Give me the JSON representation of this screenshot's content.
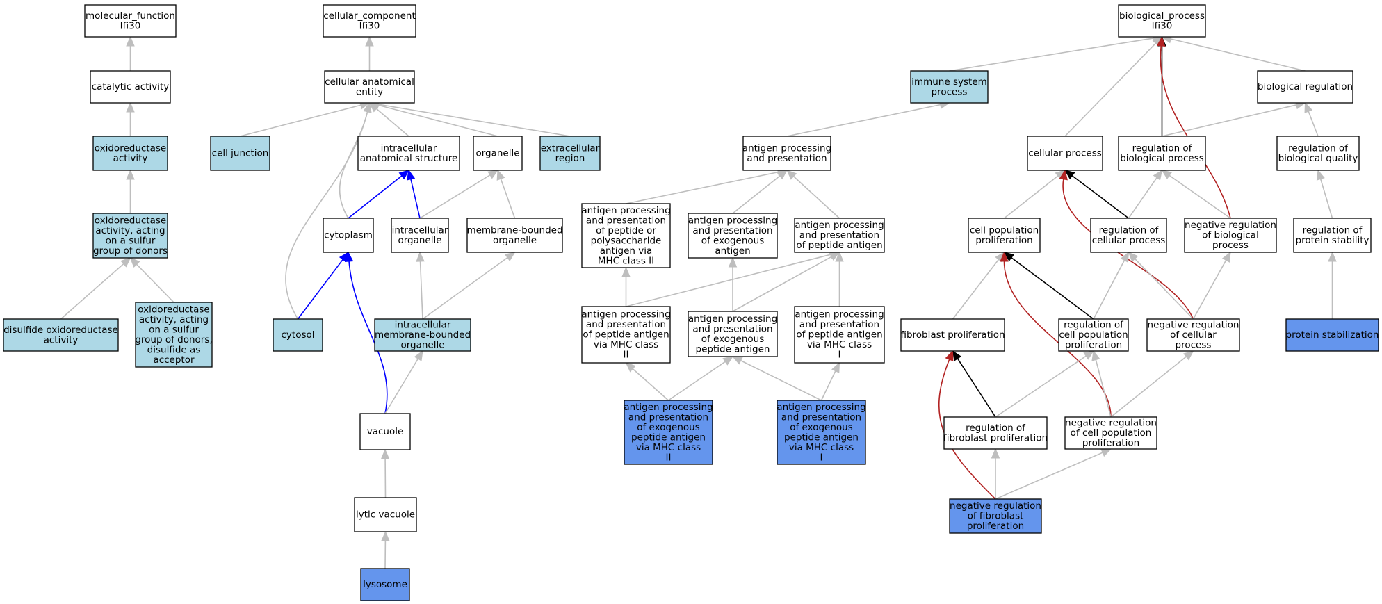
{
  "colors": {
    "white": "#ffffff",
    "light": "#add8e6",
    "blue": "#6495ed",
    "edge_gray": "#bebebe",
    "edge_black": "#000000",
    "edge_blue": "#0000ff",
    "edge_red": "#b22222"
  },
  "nodes": [
    {
      "id": "mf",
      "lines": [
        "molecular_function",
        "Ifi30"
      ],
      "fill": "white"
    },
    {
      "id": "catalytic",
      "lines": [
        "catalytic activity"
      ],
      "fill": "white"
    },
    {
      "id": "oxred",
      "lines": [
        "oxidoreductase",
        "activity"
      ],
      "fill": "light"
    },
    {
      "id": "oxred_sulfur",
      "lines": [
        "oxidoreductase",
        "activity, acting",
        "on a sulfur",
        "group of donors"
      ],
      "fill": "light"
    },
    {
      "id": "disulfide_ox",
      "lines": [
        "disulfide oxidoreductase",
        "activity"
      ],
      "fill": "light"
    },
    {
      "id": "oxred_disulfide",
      "lines": [
        "oxidoreductase",
        "activity, acting",
        "on a sulfur",
        "group of donors,",
        "disulfide as",
        "acceptor"
      ],
      "fill": "light"
    },
    {
      "id": "cc",
      "lines": [
        "cellular_component",
        "Ifi30"
      ],
      "fill": "white"
    },
    {
      "id": "cae",
      "lines": [
        "cellular anatomical",
        "entity"
      ],
      "fill": "white"
    },
    {
      "id": "cell_junction",
      "lines": [
        "cell junction"
      ],
      "fill": "light"
    },
    {
      "id": "ias",
      "lines": [
        "intracellular",
        "anatomical structure"
      ],
      "fill": "white"
    },
    {
      "id": "organelle",
      "lines": [
        "organelle"
      ],
      "fill": "white"
    },
    {
      "id": "extracellular",
      "lines": [
        "extracellular",
        "region"
      ],
      "fill": "light"
    },
    {
      "id": "cytoplasm",
      "lines": [
        "cytoplasm"
      ],
      "fill": "white"
    },
    {
      "id": "intra_org",
      "lines": [
        "intracellular",
        "organelle"
      ],
      "fill": "white"
    },
    {
      "id": "mb_org",
      "lines": [
        "membrane-bounded",
        "organelle"
      ],
      "fill": "white"
    },
    {
      "id": "cytosol",
      "lines": [
        "cytosol"
      ],
      "fill": "light"
    },
    {
      "id": "intra_mb_org",
      "lines": [
        "intracellular",
        "membrane-bounded",
        "organelle"
      ],
      "fill": "light"
    },
    {
      "id": "vacuole",
      "lines": [
        "vacuole"
      ],
      "fill": "white"
    },
    {
      "id": "lytic_vac",
      "lines": [
        "lytic vacuole"
      ],
      "fill": "white"
    },
    {
      "id": "lysosome",
      "lines": [
        "lysosome"
      ],
      "fill": "blue"
    },
    {
      "id": "bp",
      "lines": [
        "biological_process",
        "Ifi30"
      ],
      "fill": "white"
    },
    {
      "id": "immune",
      "lines": [
        "immune system",
        "process"
      ],
      "fill": "light"
    },
    {
      "id": "bioreg",
      "lines": [
        "biological regulation"
      ],
      "fill": "white"
    },
    {
      "id": "app",
      "lines": [
        "antigen processing",
        "and presentation"
      ],
      "fill": "white"
    },
    {
      "id": "cellproc",
      "lines": [
        "cellular process"
      ],
      "fill": "white"
    },
    {
      "id": "reg_bp",
      "lines": [
        "regulation of",
        "biological process"
      ],
      "fill": "white"
    },
    {
      "id": "reg_bq",
      "lines": [
        "regulation of",
        "biological quality"
      ],
      "fill": "white"
    },
    {
      "id": "app_poly",
      "lines": [
        "antigen processing",
        "and presentation",
        "of peptide or",
        "polysaccharide",
        "antigen via",
        "MHC class II"
      ],
      "fill": "white"
    },
    {
      "id": "app_exo",
      "lines": [
        "antigen processing",
        "and presentation",
        "of exogenous",
        "antigen"
      ],
      "fill": "white"
    },
    {
      "id": "app_pep",
      "lines": [
        "antigen processing",
        "and presentation",
        "of peptide antigen"
      ],
      "fill": "white"
    },
    {
      "id": "cpp",
      "lines": [
        "cell population",
        "proliferation"
      ],
      "fill": "white"
    },
    {
      "id": "reg_cp",
      "lines": [
        "regulation of",
        "cellular process"
      ],
      "fill": "white"
    },
    {
      "id": "neg_reg_bp",
      "lines": [
        "negative regulation",
        "of biological",
        "process"
      ],
      "fill": "white"
    },
    {
      "id": "reg_ps",
      "lines": [
        "regulation of",
        "protein stability"
      ],
      "fill": "white"
    },
    {
      "id": "app_pep_mhc2",
      "lines": [
        "antigen processing",
        "and presentation",
        "of peptide antigen",
        "via MHC class",
        "II"
      ],
      "fill": "white"
    },
    {
      "id": "app_exo_pep",
      "lines": [
        "antigen processing",
        "and presentation",
        "of exogenous",
        "peptide antigen"
      ],
      "fill": "white"
    },
    {
      "id": "app_pep_mhc1",
      "lines": [
        "antigen processing",
        "and presentation",
        "of peptide antigen",
        "via MHC class",
        "I"
      ],
      "fill": "white"
    },
    {
      "id": "fib_prolif",
      "lines": [
        "fibroblast proliferation"
      ],
      "fill": "white"
    },
    {
      "id": "reg_cpp",
      "lines": [
        "regulation of",
        "cell population",
        "proliferation"
      ],
      "fill": "white"
    },
    {
      "id": "neg_reg_cp",
      "lines": [
        "negative regulation",
        "of cellular",
        "process"
      ],
      "fill": "white"
    },
    {
      "id": "prot_stab",
      "lines": [
        "protein stabilization"
      ],
      "fill": "blue"
    },
    {
      "id": "app_exo_mhc2",
      "lines": [
        "antigen processing",
        "and presentation",
        "of exogenous",
        "peptide antigen",
        "via MHC class",
        "II"
      ],
      "fill": "blue"
    },
    {
      "id": "app_exo_mhc1",
      "lines": [
        "antigen processing",
        "and presentation",
        "of exogenous",
        "peptide antigen",
        "via MHC class",
        "I"
      ],
      "fill": "blue"
    },
    {
      "id": "reg_fib",
      "lines": [
        "regulation of",
        "fibroblast proliferation"
      ],
      "fill": "white"
    },
    {
      "id": "neg_reg_cpp",
      "lines": [
        "negative regulation",
        "of cell population",
        "proliferation"
      ],
      "fill": "white"
    },
    {
      "id": "neg_reg_fib",
      "lines": [
        "negative regulation",
        "of fibroblast",
        "proliferation"
      ],
      "fill": "blue"
    }
  ],
  "edges": [
    {
      "from": "catalytic",
      "to": "mf",
      "color": "edge_gray"
    },
    {
      "from": "oxred",
      "to": "catalytic",
      "color": "edge_gray"
    },
    {
      "from": "oxred_sulfur",
      "to": "oxred",
      "color": "edge_gray"
    },
    {
      "from": "disulfide_ox",
      "to": "oxred_sulfur",
      "color": "edge_gray"
    },
    {
      "from": "oxred_disulfide",
      "to": "oxred_sulfur",
      "color": "edge_gray"
    },
    {
      "from": "cae",
      "to": "cc",
      "color": "edge_gray"
    },
    {
      "from": "cell_junction",
      "to": "cae",
      "color": "edge_gray"
    },
    {
      "from": "ias",
      "to": "cae",
      "color": "edge_gray"
    },
    {
      "from": "organelle",
      "to": "cae",
      "color": "edge_gray"
    },
    {
      "from": "extracellular",
      "to": "cae",
      "color": "edge_gray"
    },
    {
      "from": "cytoplasm",
      "to": "cae",
      "color": "edge_gray"
    },
    {
      "from": "cytosol",
      "to": "cae",
      "color": "edge_gray"
    },
    {
      "from": "cytoplasm",
      "to": "ias",
      "color": "edge_blue"
    },
    {
      "from": "intra_org",
      "to": "ias",
      "color": "edge_blue"
    },
    {
      "from": "intra_org",
      "to": "organelle",
      "color": "edge_gray"
    },
    {
      "from": "mb_org",
      "to": "organelle",
      "color": "edge_gray"
    },
    {
      "from": "cytosol",
      "to": "cytoplasm",
      "color": "edge_blue"
    },
    {
      "from": "vacuole",
      "to": "cytoplasm",
      "color": "edge_blue"
    },
    {
      "from": "intra_mb_org",
      "to": "intra_org",
      "color": "edge_gray"
    },
    {
      "from": "intra_mb_org",
      "to": "mb_org",
      "color": "edge_gray"
    },
    {
      "from": "vacuole",
      "to": "intra_mb_org",
      "color": "edge_gray"
    },
    {
      "from": "lytic_vac",
      "to": "vacuole",
      "color": "edge_gray"
    },
    {
      "from": "lysosome",
      "to": "lytic_vac",
      "color": "edge_gray"
    },
    {
      "from": "immune",
      "to": "bp",
      "color": "edge_gray"
    },
    {
      "from": "bioreg",
      "to": "bp",
      "color": "edge_gray"
    },
    {
      "from": "cellproc",
      "to": "bp",
      "color": "edge_gray"
    },
    {
      "from": "reg_bp",
      "to": "bp",
      "color": "edge_black"
    },
    {
      "from": "neg_reg_bp",
      "to": "bp",
      "color": "edge_red"
    },
    {
      "from": "app",
      "to": "immune",
      "color": "edge_gray"
    },
    {
      "from": "reg_bp",
      "to": "bioreg",
      "color": "edge_gray"
    },
    {
      "from": "reg_bq",
      "to": "bioreg",
      "color": "edge_gray"
    },
    {
      "from": "app_poly",
      "to": "app",
      "color": "edge_gray"
    },
    {
      "from": "app_exo",
      "to": "app",
      "color": "edge_gray"
    },
    {
      "from": "app_pep",
      "to": "app",
      "color": "edge_gray"
    },
    {
      "from": "cpp",
      "to": "cellproc",
      "color": "edge_gray"
    },
    {
      "from": "reg_cp",
      "to": "cellproc",
      "color": "edge_black"
    },
    {
      "from": "neg_reg_cp",
      "to": "cellproc",
      "color": "edge_red"
    },
    {
      "from": "reg_cp",
      "to": "reg_bp",
      "color": "edge_gray"
    },
    {
      "from": "neg_reg_bp",
      "to": "reg_bp",
      "color": "edge_gray"
    },
    {
      "from": "reg_ps",
      "to": "reg_bq",
      "color": "edge_gray"
    },
    {
      "from": "app_pep_mhc2",
      "to": "app_poly",
      "color": "edge_gray"
    },
    {
      "from": "app_pep_mhc2",
      "to": "app_pep",
      "color": "edge_gray"
    },
    {
      "from": "app_exo_pep",
      "to": "app_exo",
      "color": "edge_gray"
    },
    {
      "from": "app_exo_pep",
      "to": "app_pep",
      "color": "edge_gray"
    },
    {
      "from": "app_pep_mhc1",
      "to": "app_pep",
      "color": "edge_gray"
    },
    {
      "from": "fib_prolif",
      "to": "cpp",
      "color": "edge_gray"
    },
    {
      "from": "reg_cpp",
      "to": "cpp",
      "color": "edge_black"
    },
    {
      "from": "neg_reg_cpp",
      "to": "cpp",
      "color": "edge_red"
    },
    {
      "from": "reg_cpp",
      "to": "reg_cp",
      "color": "edge_gray"
    },
    {
      "from": "neg_reg_cp",
      "to": "reg_cp",
      "color": "edge_gray"
    },
    {
      "from": "neg_reg_cp",
      "to": "neg_reg_bp",
      "color": "edge_gray"
    },
    {
      "from": "prot_stab",
      "to": "reg_ps",
      "color": "edge_gray"
    },
    {
      "from": "app_exo_mhc2",
      "to": "app_pep_mhc2",
      "color": "edge_gray"
    },
    {
      "from": "app_exo_mhc2",
      "to": "app_exo_pep",
      "color": "edge_gray"
    },
    {
      "from": "app_exo_mhc1",
      "to": "app_exo_pep",
      "color": "edge_gray"
    },
    {
      "from": "app_exo_mhc1",
      "to": "app_pep_mhc1",
      "color": "edge_gray"
    },
    {
      "from": "reg_fib",
      "to": "fib_prolif",
      "color": "edge_black"
    },
    {
      "from": "reg_fib",
      "to": "reg_cpp",
      "color": "edge_gray"
    },
    {
      "from": "neg_reg_fib",
      "to": "fib_prolif",
      "color": "edge_red"
    },
    {
      "from": "neg_reg_cpp",
      "to": "reg_cpp",
      "color": "edge_gray"
    },
    {
      "from": "neg_reg_cpp",
      "to": "neg_reg_cp",
      "color": "edge_gray"
    },
    {
      "from": "neg_reg_fib",
      "to": "reg_fib",
      "color": "edge_gray"
    },
    {
      "from": "neg_reg_fib",
      "to": "neg_reg_cpp",
      "color": "edge_gray"
    }
  ]
}
